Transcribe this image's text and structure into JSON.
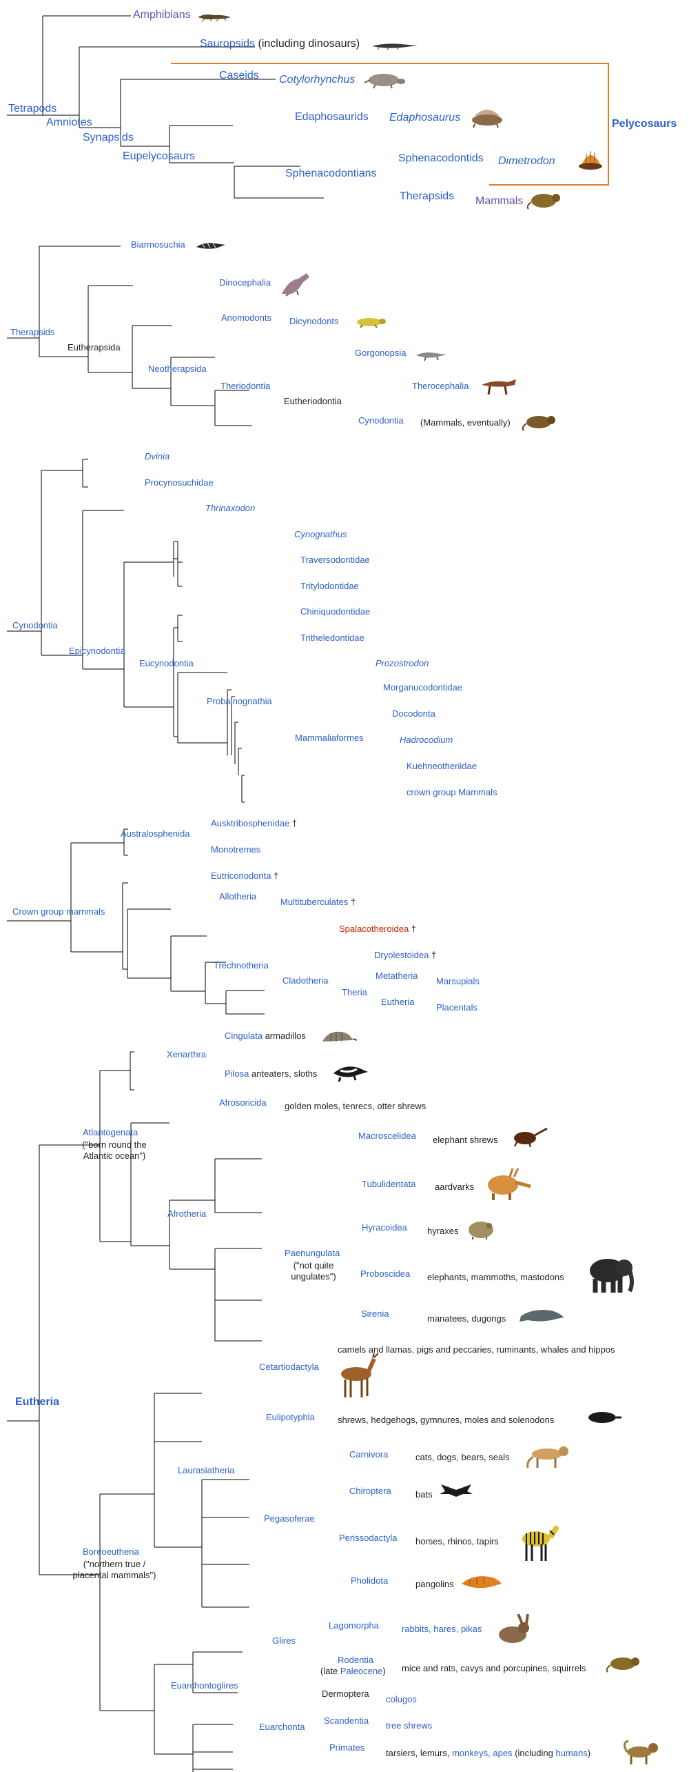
{
  "colors": {
    "link": "#2b5fcc",
    "visited": "#6a4fa8",
    "extinct_red": "#cc2200",
    "bracket": "#e07a2e",
    "line": "#000000"
  },
  "tetrapods": {
    "root": "Tetrapods",
    "amphibians": "Amphibians",
    "amniotes": "Amniotes",
    "sauropsids": "Sauropsids",
    "sauropsids_note": "(including dinosaurs)",
    "synapsids": "Synapsids",
    "caseids": "Caseids",
    "cotylorhynchus": "Cotylorhynchus",
    "eupelycosaurs": "Eupelycosaurs",
    "edaphosaurids": "Edaphosaurids",
    "edaphosaurus": "Edaphosaurus",
    "sphenacodontians": "Sphenacodontians",
    "sphenacodontids": "Sphenacodontids",
    "dimetrodon": "Dimetrodon",
    "therapsids": "Therapsids",
    "mammals": "Mammals",
    "pelycosaurs": "Pelycosaurs"
  },
  "therapsids": {
    "root": "Therapsids",
    "biarmosuchia": "Biarmosuchia",
    "eutherapsida": "Eutherapsida",
    "dinocephalia": "Dinocephalia",
    "neotherapsida": "Neotherapsida",
    "anomodonts": "Anomodonts",
    "dicynodonts": "Dicynodonts",
    "theriodontia": "Theriodontia",
    "gorgonopsia": "Gorgonopsia",
    "eutheriodontia": "Eutheriodontia",
    "therocephalia": "Therocephalia",
    "cynodontia": "Cynodontia",
    "mammals_eventually": "(Mammals, eventually)"
  },
  "cynodontia": {
    "root": "Cynodontia",
    "dvinia": "Dvinia",
    "procynosuchidae": "Procynosuchidae",
    "epicynodontia": "Epicynodontia",
    "thrinaxodon": "Thrinaxodon",
    "eucynodontia": "Eucynodontia",
    "cynognathus": "Cynognathus",
    "traversodontidae": "Traversodontidae",
    "tritylodontidae": "Tritylodontidae",
    "probainognathia": "Probainognathia",
    "chiniquodontidae": "Chiniquodontidae",
    "tritheledontidae": "Tritheledontidae",
    "prozostrodon": "Prozostrodon",
    "mammaliaformes": "Mammaliaformes",
    "morganucodontidae": "Morganucodontidae",
    "docodonta": "Docodonta",
    "hadrocodium": "Hadrocodium",
    "kuehneotheriidae": "Kuehneotheriidae",
    "crown_group_mammals": "crown group Mammals"
  },
  "crown": {
    "root": "Crown group mammals",
    "australosphenida": "Australosphenida",
    "ausktribosphenidae": "Ausktribosphenidae",
    "monotremes": "Monotremes",
    "eutriconodonta": "Eutriconodonta",
    "allotheria": "Allotheria",
    "multituberculates": "Multituberculates",
    "trechnotheria": "Trechnotheria",
    "spalacotheroidea": "Spalacotheroidea",
    "cladotheria": "Cladotheria",
    "dryolestoidea": "Dryolestoidea",
    "theria": "Theria",
    "metatheria": "Metatheria",
    "marsupials": "Marsupials",
    "eutheria": "Eutheria",
    "placentals": "Placentals",
    "dagger": "†"
  },
  "eutheria": {
    "root": "Eutheria",
    "atlantogenata": "Atlantogenata",
    "atlantogenata_note_1": "(\"born round the",
    "atlantogenata_note_2": "Atlantic ocean\")",
    "xenarthra": "Xenarthra",
    "cingulata": "Cingulata",
    "cingulata_desc": "armadillos",
    "pilosa": "Pilosa",
    "pilosa_desc": "anteaters, sloths",
    "afrotheria": "Afrotheria",
    "afrosoricida": "Afrosoricida",
    "afrosoricida_desc": "golden moles, tenrecs, otter shrews",
    "macroscelidea": "Macroscelidea",
    "macroscelidea_desc": "elephant shrews",
    "tubulidentata": "Tubulidentata",
    "tubulidentata_desc": "aardvarks",
    "paenungulata": "Paenungulata",
    "paenungulata_note_1": "(\"not quite",
    "paenungulata_note_2": "ungulates\")",
    "hyracoidea": "Hyracoidea",
    "hyracoidea_desc": "hyraxes",
    "proboscidea": "Proboscidea",
    "proboscidea_desc": "elephants, mammoths, mastodons",
    "sirenia": "Sirenia",
    "sirenia_desc": "manatees, dugongs",
    "boreoeutheria": "Boreoeutheria",
    "boreoeutheria_note_1": "(\"northern true /",
    "boreoeutheria_note_2": "placental mammals\")",
    "laurasiatheria": "Laurasiatheria",
    "cetartiodactyla": "Cetartiodactyla",
    "cetartiodactyla_desc": "camels and llamas, pigs and peccaries, ruminants, whales and hippos",
    "eulipotyphla": "Eulipotyphla",
    "eulipotyphla_desc": "shrews, hedgehogs, gymnures, moles and solenodons",
    "pegasoferae": "Pegasoferae",
    "carnivora": "Carnivora",
    "carnivora_desc": "cats, dogs, bears, seals",
    "chiroptera": "Chiroptera",
    "chiroptera_desc": "bats",
    "perissodactyla": "Perissodactyla",
    "perissodactyla_desc": "horses, rhinos, tapirs",
    "pholidota": "Pholidota",
    "pholidota_desc": "pangolins",
    "euarchontoglires": "Euarchontoglires",
    "glires": "Glires",
    "lagomorpha": "Lagomorpha",
    "lagomorpha_desc": "rabbits, hares, pikas",
    "rodentia": "Rodentia",
    "rodentia_note_pre": "(late ",
    "rodentia_note_link": "Paleocene",
    "rodentia_note_post": ")",
    "rodentia_desc": "mice and rats, cavys and porcupines, squirrels",
    "euarchonta": "Euarchonta",
    "dermoptera": "Dermoptera",
    "colugos": "colugos",
    "scandentia": "Scandentia",
    "tree_shrews": "tree shrews",
    "primates": "Primates",
    "primates_desc_1": "tarsiers, lemurs,",
    "monkeys": "monkeys,",
    "apes": "apes",
    "primates_desc_2": "(including",
    "humans": "humans",
    "primates_desc_3": ")"
  }
}
